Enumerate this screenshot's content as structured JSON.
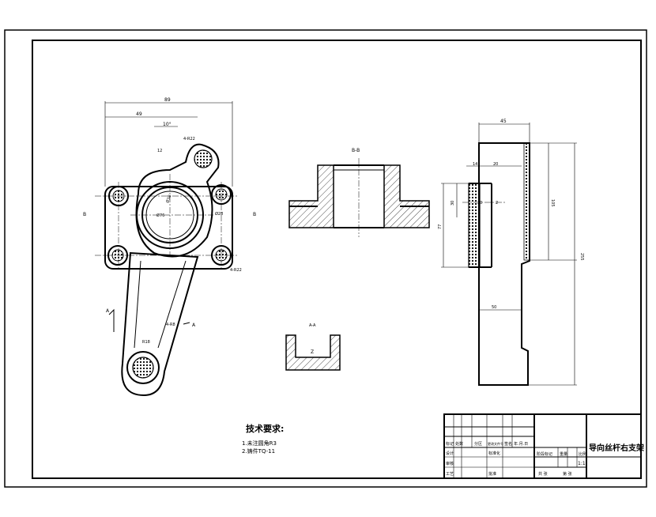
{
  "section_labels": {
    "b_b": "B-B",
    "a_a": "A-A",
    "b_left": "B",
    "b_right": "B",
    "a_left": "A",
    "a_right": "A",
    "z": "Z"
  },
  "dimensions": {
    "overall_width": "89",
    "half_width": "49",
    "angle_10": "10°",
    "r_dim": "R8",
    "radius_4": "4-R22",
    "d_main": "Ø76",
    "d_bore": "Ø38",
    "d_small": "Ø28",
    "r_right": "4-R22",
    "r18": "R18",
    "left_r": "4-R8",
    "arm_len": "12",
    "side_top": "45",
    "side_14": "14",
    "side_20a": "20",
    "side_105": "105",
    "side_255": "255",
    "side_30": "30",
    "side_77": "77",
    "side_20b": "20",
    "side_2": "2",
    "side_50": "50"
  },
  "tech_requirements": {
    "title": "技术要求:",
    "items": [
      "1.未注圆角R3",
      "2.铸件TQ-11"
    ]
  },
  "title_block": {
    "drawing_name": "导向丝杆右支架",
    "scale": "1:1",
    "row_marks": [
      "标记",
      "处数",
      "分区",
      "更改文件号",
      "签名",
      "年.月.日"
    ],
    "designer_row": [
      "设计",
      "",
      "",
      "标准化",
      "",
      ""
    ],
    "checker": "审核",
    "process": "工艺",
    "approve": "批准",
    "stage_mark": "阶段标记",
    "weight": "重量",
    "ratio": "比例",
    "sheet_total": "共 张",
    "sheet_no": "第 张"
  }
}
